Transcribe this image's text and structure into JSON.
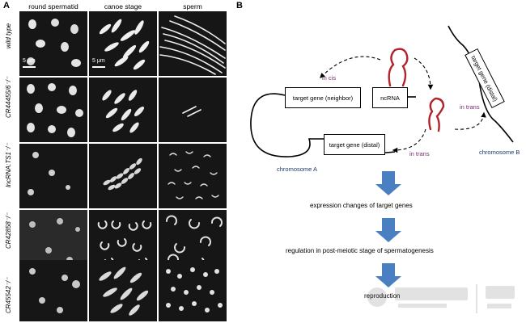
{
  "panel_a": {
    "letter": "A",
    "columns": [
      "round spermatid",
      "canoe stage",
      "sperm"
    ],
    "rows": [
      "wild type",
      "CR44455/6⁻/⁻",
      "lncRNA:TS1⁻/⁻",
      "CR42858⁻/⁻",
      "CR45542⁻/⁻"
    ],
    "scale_bar": "5 μm"
  },
  "panel_b": {
    "letter": "B",
    "in_cis": "in cis",
    "in_trans_upper": "in trans",
    "in_trans_lower": "in trans",
    "box_neighbor": "target gene (neighbor)",
    "box_ncrna": "ncRNA",
    "box_distal_a": "target gene (distal)",
    "box_distal_b": "target gene (distal)",
    "chromosome_a": "chromosome A",
    "chromosome_b": "chromosome B",
    "step1": "expression changes of target genes",
    "step2": "regulation in post-meiotic stage of spermatogenesis",
    "step3": "reproduction",
    "colors": {
      "rna": "#b0242b",
      "arrow": "#4a7fc1",
      "purple": "#7a2a6e",
      "navy": "#1f3b66"
    }
  }
}
